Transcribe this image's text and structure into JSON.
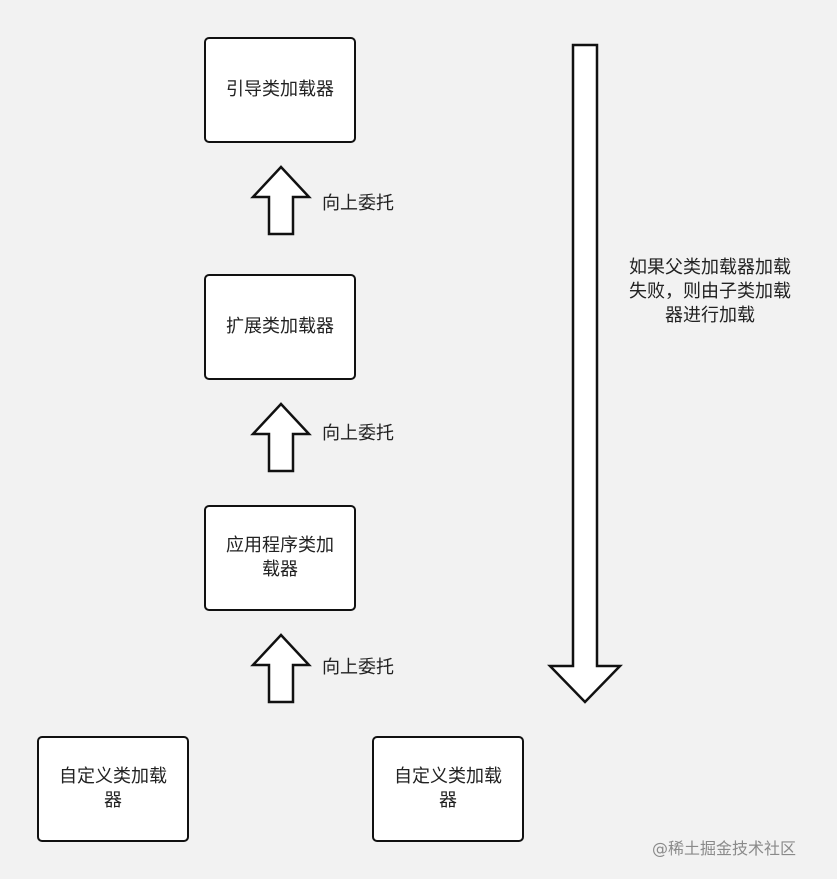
{
  "nodes": {
    "bootstrap_loader": "引导类加载器",
    "extension_loader": "扩展类加载器",
    "application_loader_line1": "应用程序类加",
    "application_loader_line2": "载器",
    "custom_loader_left_line1": "自定义类加载",
    "custom_loader_left_line2": "器",
    "custom_loader_right_line1": "自定义类加载",
    "custom_loader_right_line2": "器"
  },
  "labels": {
    "delegate_up_1": "向上委托",
    "delegate_up_2": "向上委托",
    "delegate_up_3": "向上委托"
  },
  "note": {
    "line1": "如果父类加载器加载",
    "line2": "失败，则由子类加载",
    "line3": "器进行加载"
  },
  "watermark": "@稀土掘金技术社区"
}
